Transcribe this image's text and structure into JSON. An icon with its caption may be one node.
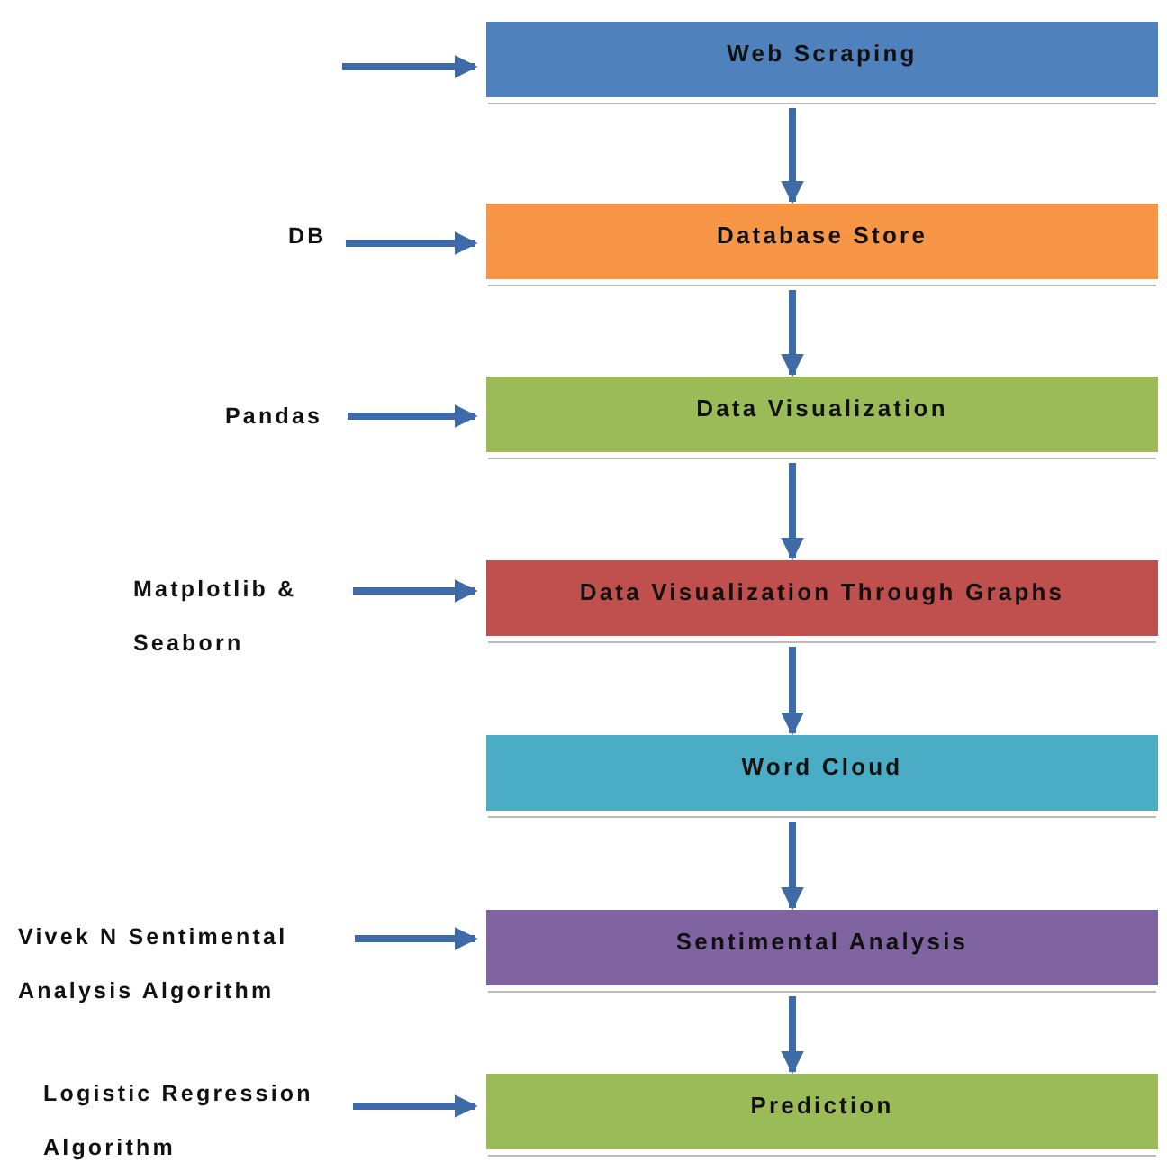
{
  "diagram": {
    "nodes": [
      {
        "text": [
          "Web Scraping"
        ]
      },
      {
        "text": [
          "Database Store"
        ]
      },
      {
        "text": [
          "Data Visualization"
        ]
      },
      {
        "text": [
          "Data Visualization Through Graphs"
        ]
      },
      {
        "text": [
          "Word Cloud"
        ]
      },
      {
        "text": [
          "Sentimental Analysis"
        ]
      },
      {
        "text": [
          "Prediction"
        ]
      },
      {
        "text": [
          "DB"
        ]
      },
      {
        "text": [
          "Pandas"
        ]
      },
      {
        "text": [
          "Matplotlib & Seaborn"
        ]
      },
      {
        "text": [
          "Vivek N Sentimental Analysis Algorithm"
        ]
      },
      {
        "text": [
          "Logistic Regression Algorithm"
        ]
      }
    ],
    "edges": [
      {
        "from": 0,
        "to": 1,
        "arrow": "to"
      },
      {
        "from": 1,
        "to": 2,
        "arrow": "to"
      },
      {
        "from": 2,
        "to": 3,
        "arrow": "to"
      },
      {
        "from": 3,
        "to": 4,
        "arrow": "to"
      },
      {
        "from": 4,
        "to": 5,
        "arrow": "to"
      },
      {
        "from": 5,
        "to": 6,
        "arrow": "to"
      },
      {
        "from": null,
        "to": 0,
        "arrow": "to"
      },
      {
        "from": 7,
        "to": 1,
        "arrow": "to"
      },
      {
        "from": 8,
        "to": 2,
        "arrow": "to"
      },
      {
        "from": 9,
        "to": 3,
        "arrow": "to"
      },
      {
        "from": 10,
        "to": 5,
        "arrow": "to"
      },
      {
        "from": 11,
        "to": 6,
        "arrow": "to"
      }
    ]
  }
}
